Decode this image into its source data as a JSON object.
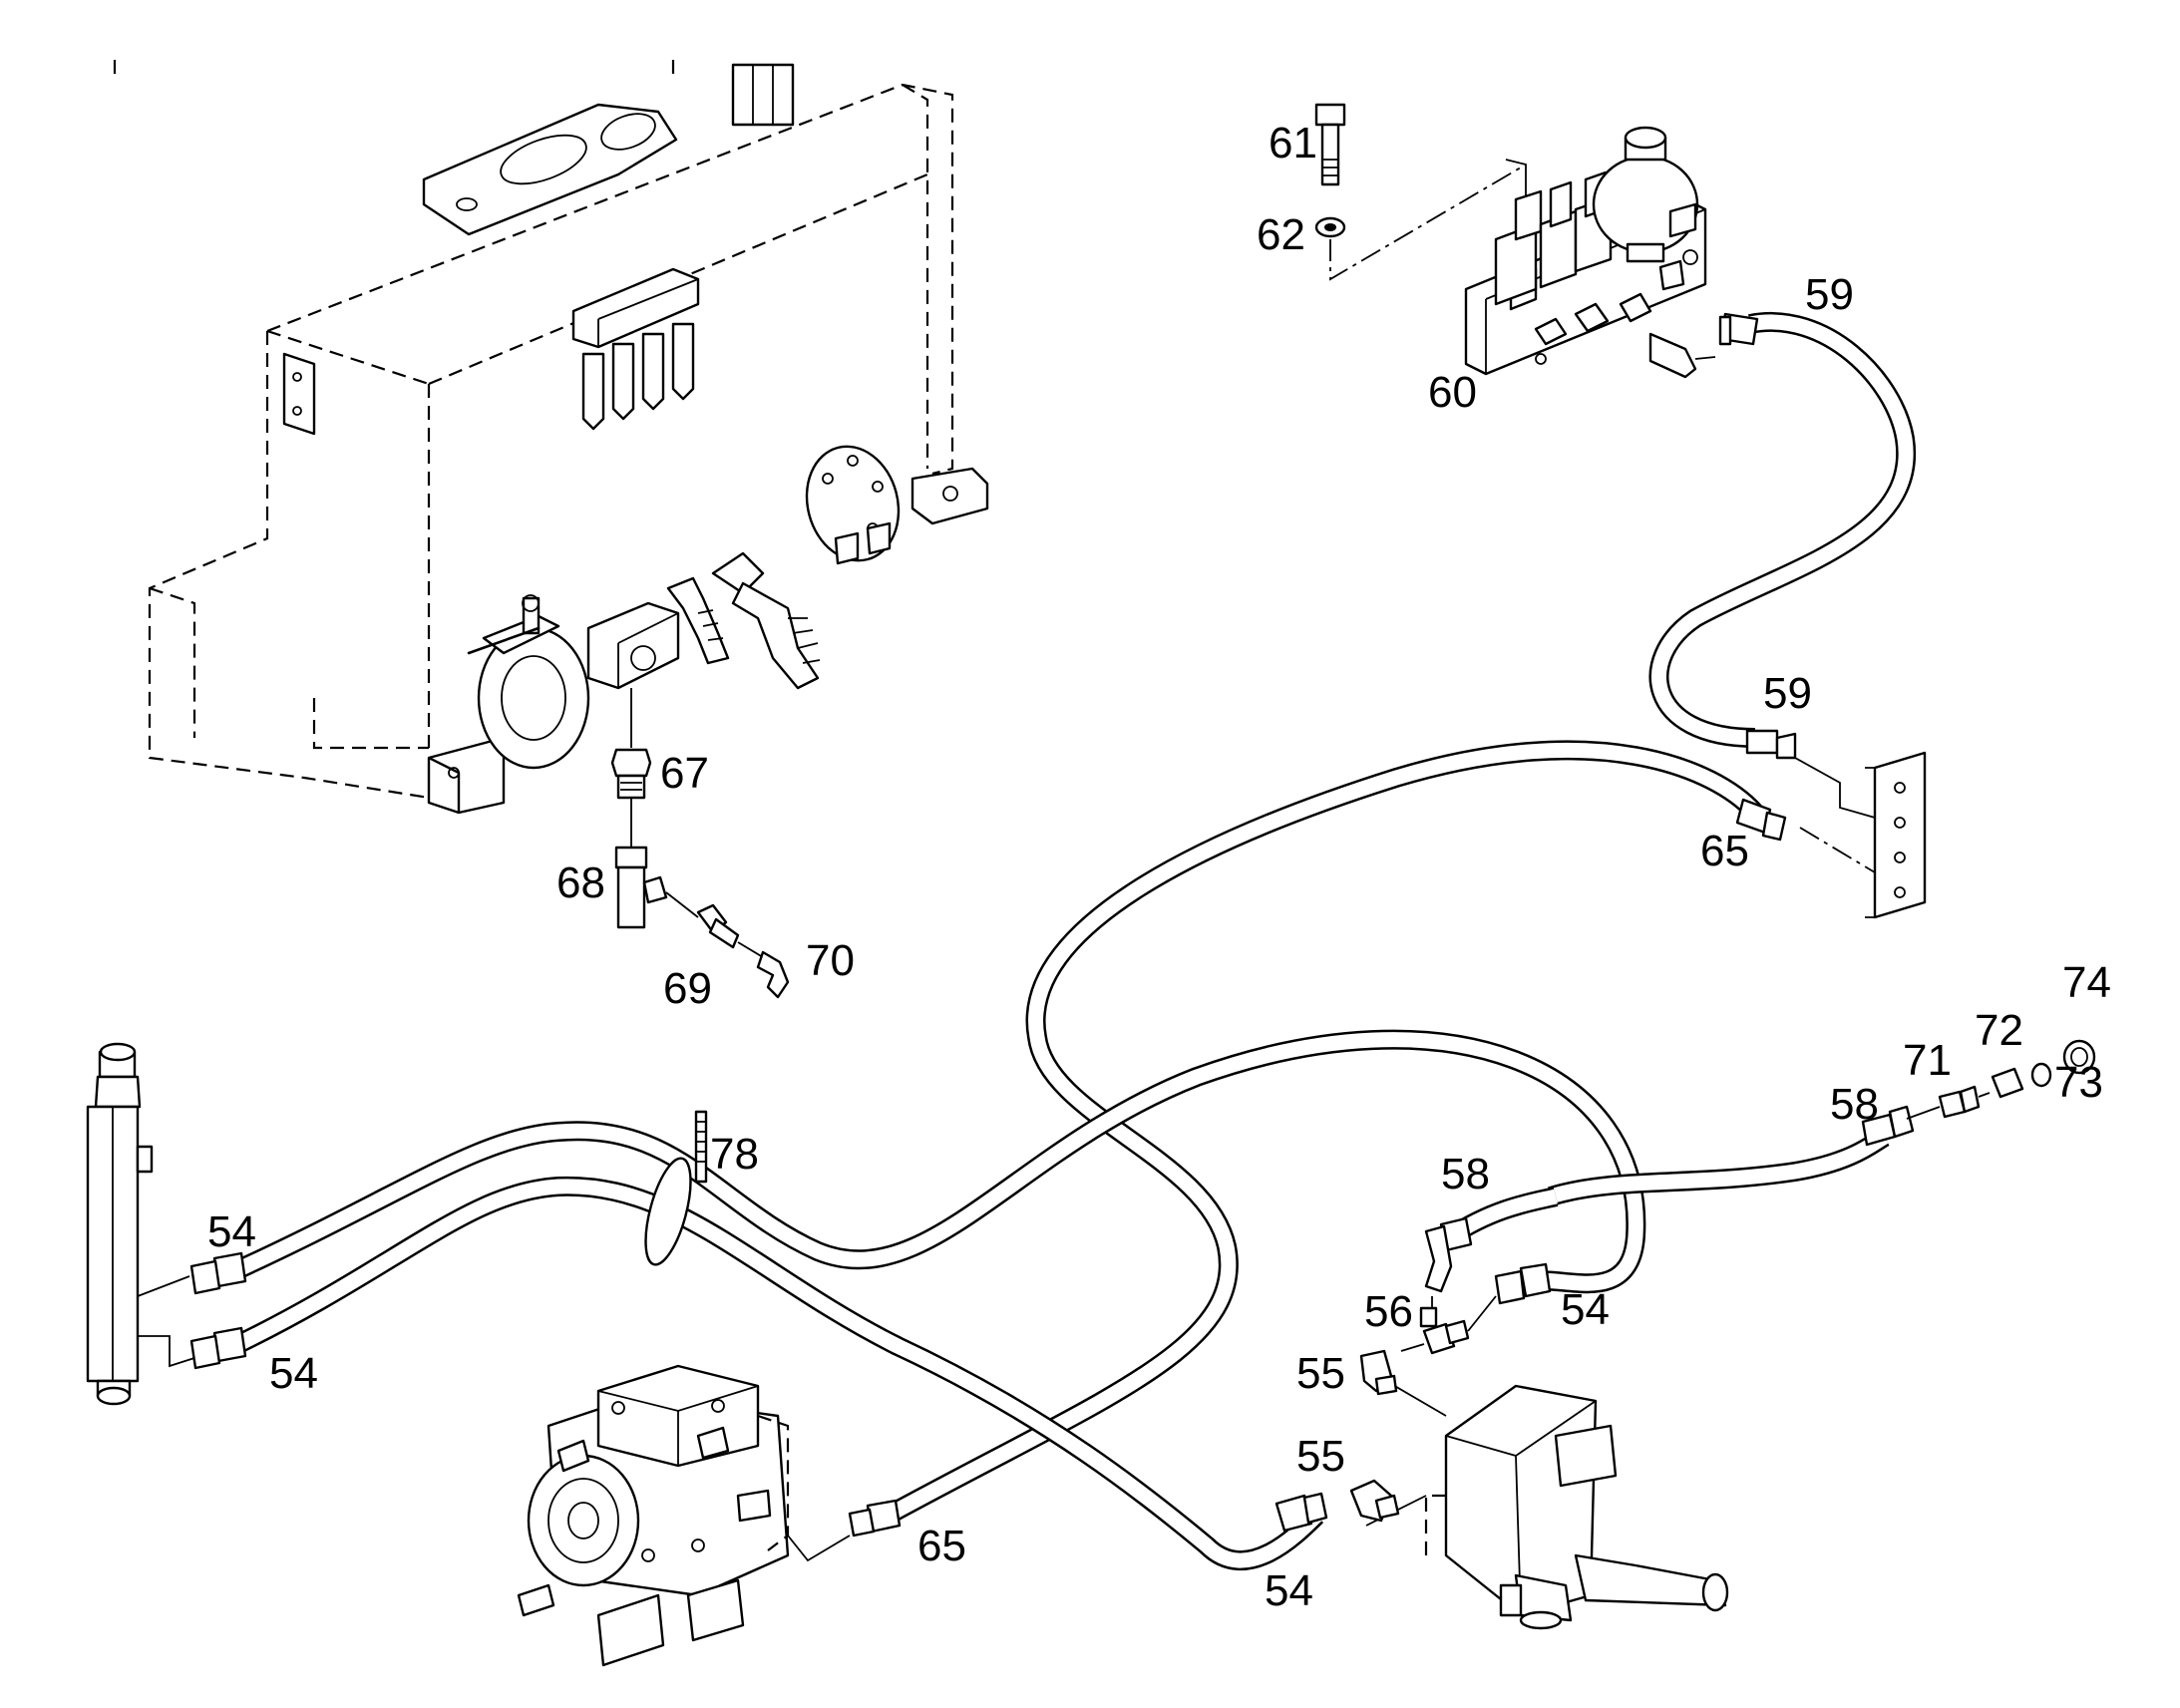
{
  "callouts": {
    "c54a": "54",
    "c54b": "54",
    "c54c": "54",
    "c54d": "54",
    "c55a": "55",
    "c55b": "55",
    "c56": "56",
    "c58a": "58",
    "c58b": "58",
    "c59a": "59",
    "c59b": "59",
    "c60": "60",
    "c61": "61",
    "c62": "62",
    "c65a": "65",
    "c65b": "65",
    "c67": "67",
    "c68": "68",
    "c69": "69",
    "c70": "70",
    "c71": "71",
    "c72": "72",
    "c73": "73",
    "c74": "74",
    "c78": "78"
  }
}
